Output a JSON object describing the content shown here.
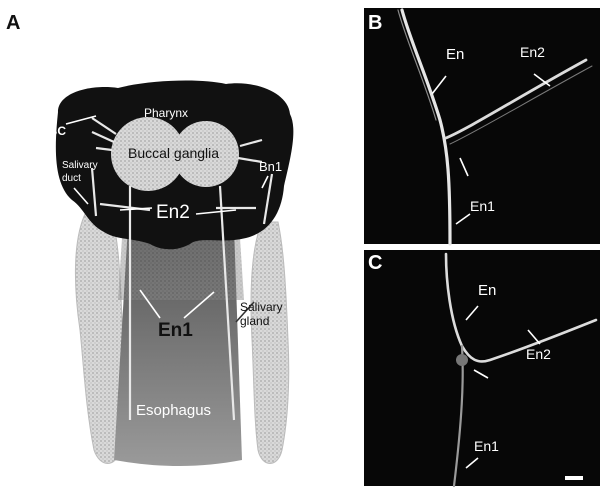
{
  "panels": {
    "a": {
      "letter": "A",
      "labels": {
        "pharynx": "Pharynx",
        "cbc": "CBC",
        "buccal_ganglia": "Buccal ganglia",
        "bn1": "Bn1",
        "salivary_duct_line1": "Salivary",
        "salivary_duct_line2": "duct",
        "en2": "En2",
        "salivary_gland_line1": "Salivary",
        "salivary_gland_line2": "gland",
        "en1": "En1",
        "esophagus": "Esophagus"
      }
    },
    "b": {
      "letter": "B",
      "labels": {
        "en": "En",
        "en2": "En2",
        "en1": "En1"
      }
    },
    "c": {
      "letter": "C",
      "labels": {
        "en": "En",
        "en2": "En2",
        "en1": "En1"
      }
    }
  }
}
